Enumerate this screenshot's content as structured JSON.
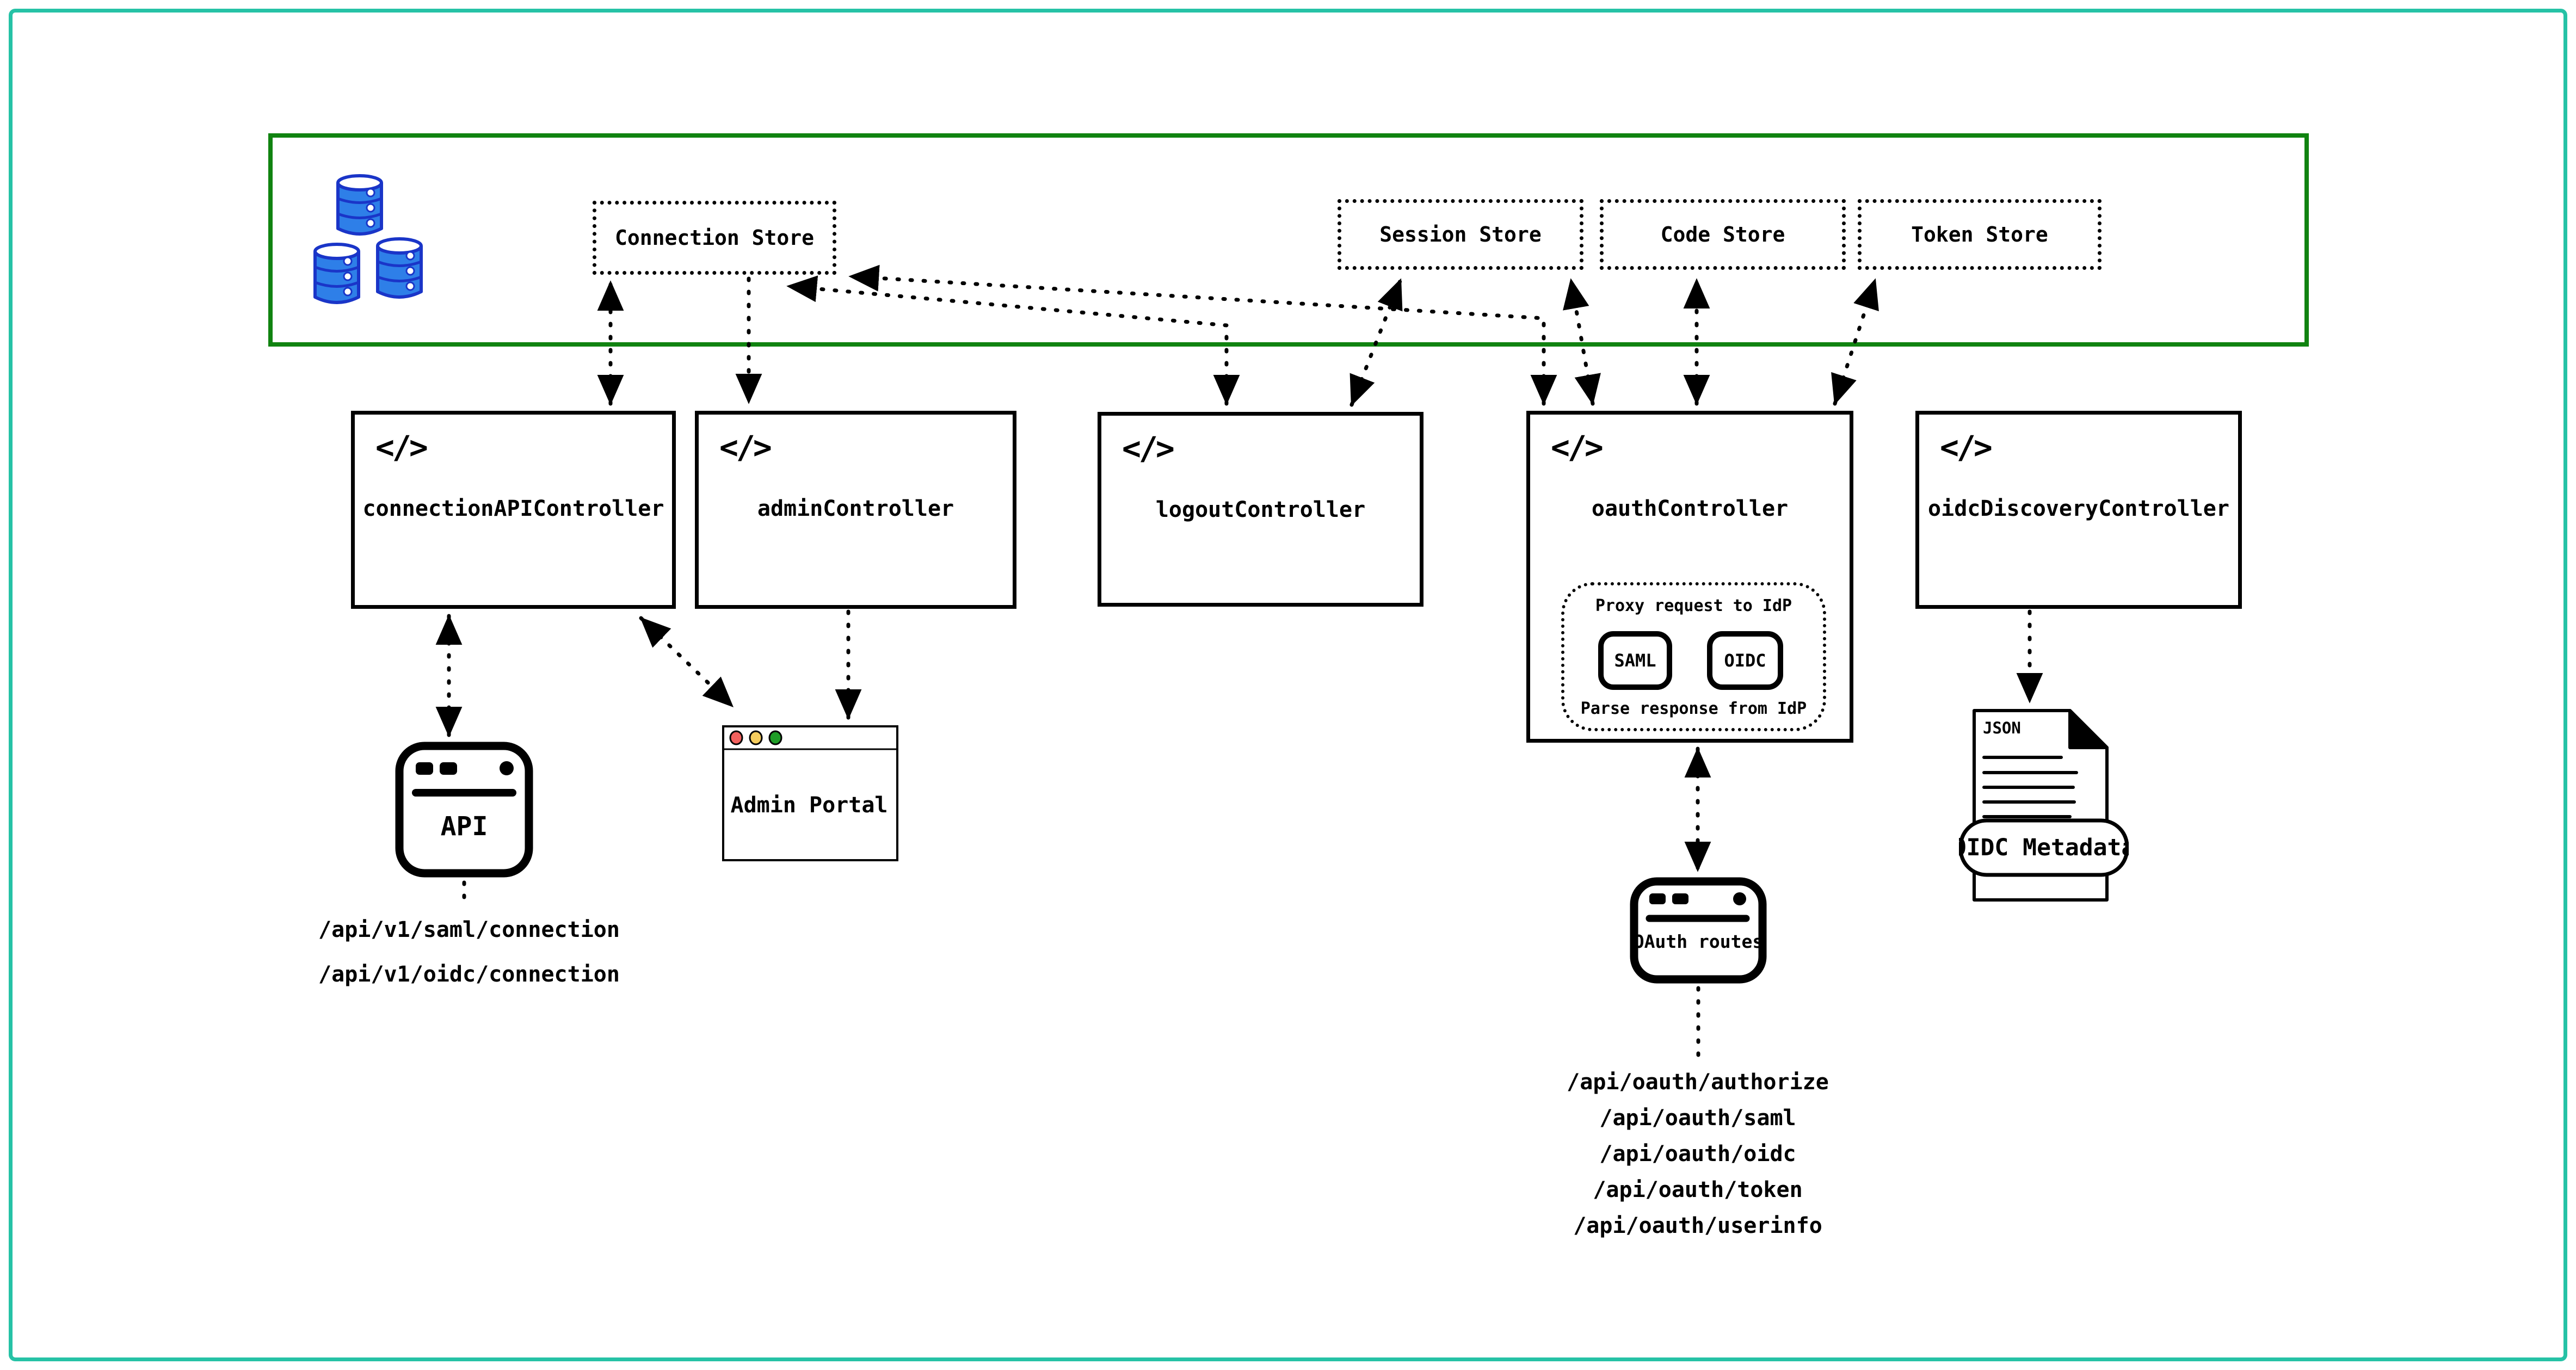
{
  "diagram": {
    "code_icon_glyph": "</>",
    "stores": [
      "Connection Store",
      "Session Store",
      "Code Store",
      "Token Store"
    ],
    "controllers": [
      "connectionAPIController",
      "adminController",
      "logoutController",
      "oauthController",
      "oidcDiscoveryController"
    ],
    "oauth_proxy": {
      "title": "Proxy request to IdP",
      "saml": "SAML",
      "oidc": "OIDC",
      "footer": "Parse response from IdP"
    },
    "clients": {
      "api": "API",
      "admin_portal": "Admin Portal",
      "oauth_routes": "OAuth routes",
      "json_tag": "JSON",
      "oidc_metadata": "OIDC Metadata"
    },
    "api_paths": [
      "/api/v1/saml/connection",
      "/api/v1/oidc/connection"
    ],
    "oauth_paths": [
      "/api/oauth/authorize",
      "/api/oauth/saml",
      "/api/oauth/oidc",
      "/api/oauth/token",
      "/api/oauth/userinfo"
    ],
    "colors": {
      "outer_frame": "#26c2a6",
      "storage_zone_border": "#108310",
      "database_fill": "#2e7fe8",
      "database_stroke": "#1a35c8",
      "traffic_red": "#f2615e",
      "traffic_yellow": "#f5cd5e",
      "traffic_green": "#1f9d27",
      "line_color": "#000000"
    }
  }
}
